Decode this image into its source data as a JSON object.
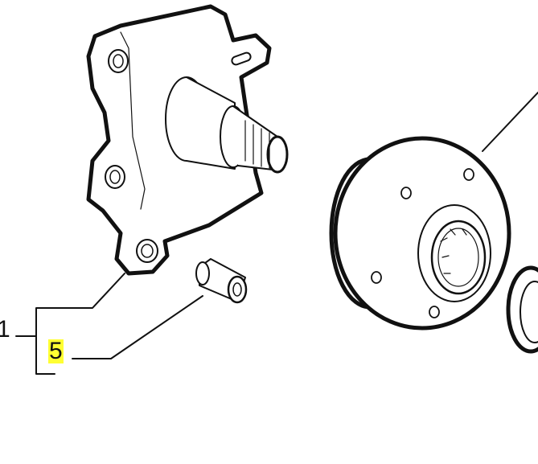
{
  "callouts": [
    {
      "id": "1",
      "label": "1",
      "highlighted": false
    },
    {
      "id": "5",
      "label": "5",
      "highlighted": true
    }
  ],
  "colors": {
    "highlight": "#ffff33",
    "line": "#111111"
  }
}
